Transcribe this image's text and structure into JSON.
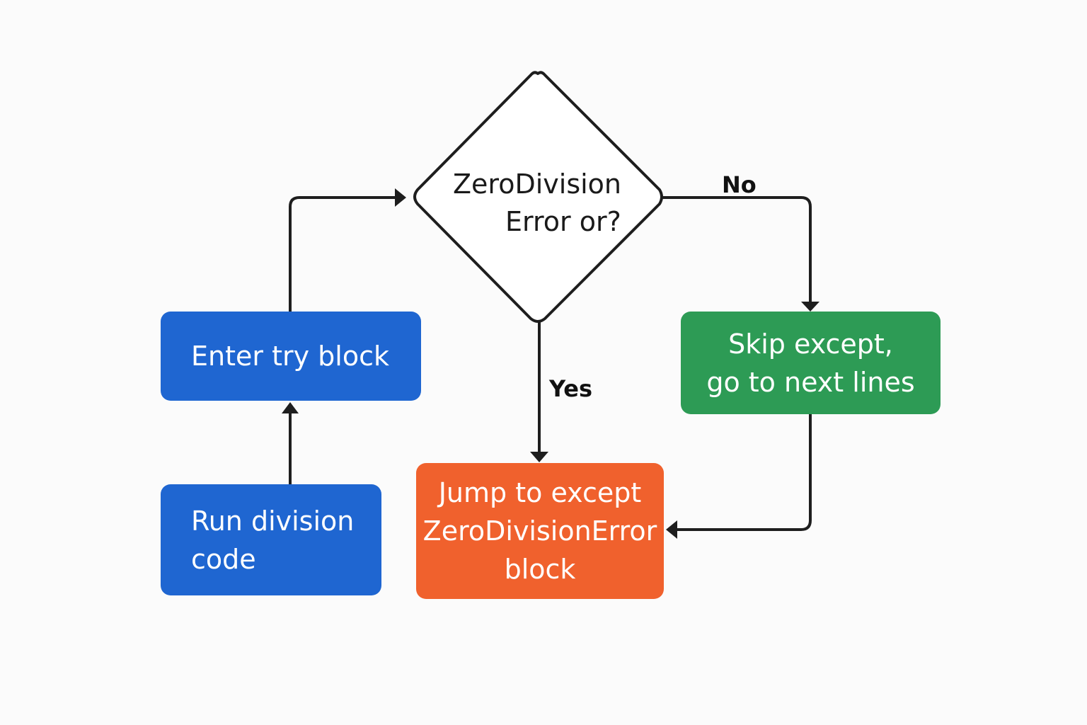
{
  "diagram": {
    "decision": {
      "line1": "ZeroDivision",
      "line2": "Error or?"
    },
    "nodes": {
      "enter_try": {
        "lines": [
          "Enter try block"
        ]
      },
      "run_division": {
        "lines": [
          "Run division",
          "code"
        ]
      },
      "skip_except": {
        "lines": [
          "Skip except,",
          "go to next lines"
        ]
      },
      "jump_except": {
        "lines": [
          "Jump to except",
          "ZeroDivisionError",
          "block"
        ]
      }
    },
    "edge_labels": {
      "no": "No",
      "yes": "Yes"
    }
  },
  "colors": {
    "process_blue": "#1f66d1",
    "skip_green": "#2d9b55",
    "except_orange": "#f0612d",
    "connector": "#1e1e1e",
    "background": "#fbfbfb"
  }
}
